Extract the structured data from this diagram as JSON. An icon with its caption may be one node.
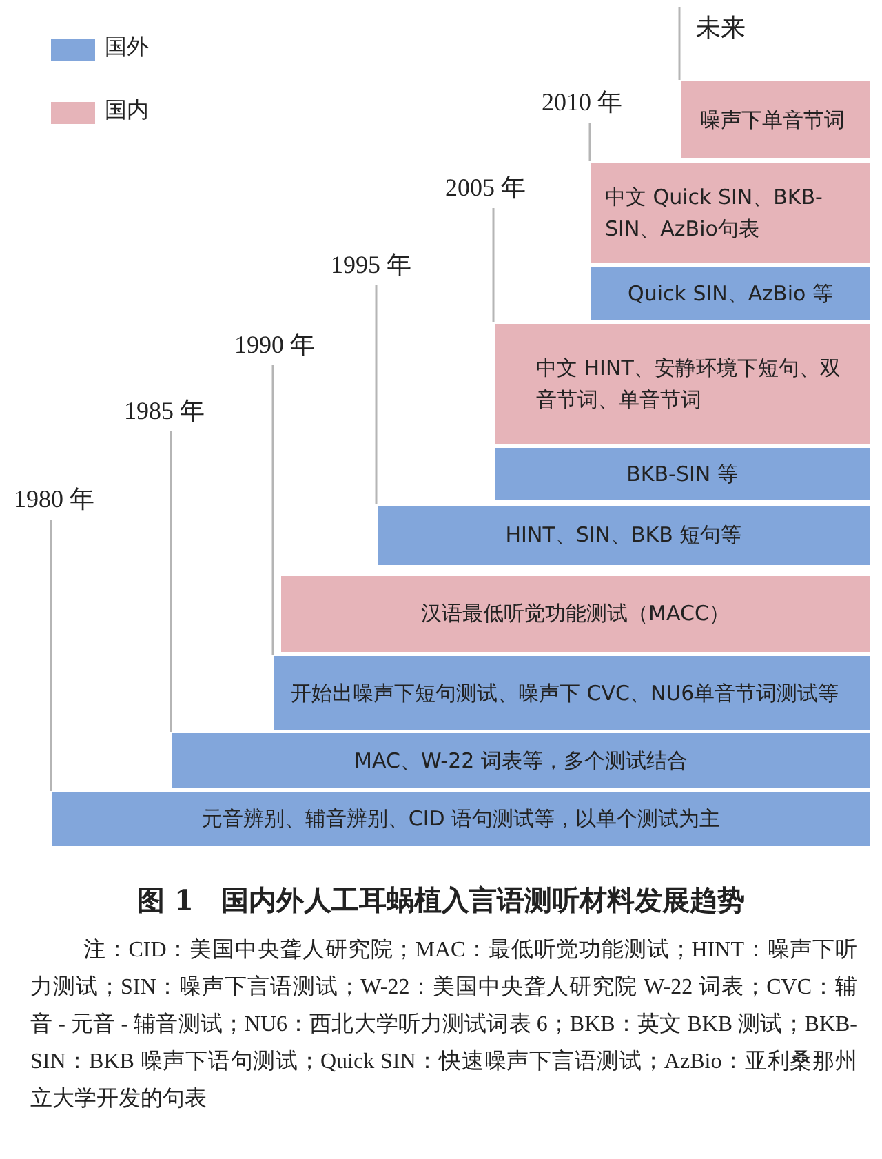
{
  "diagram": {
    "caption": "图 1　国内外人工耳蜗植入言语测听材料发展趋势",
    "nodes": [
      {
        "text": [
          "元音辨别、辅音辨别、CID 语句测试等，以单个测试为主"
        ]
      },
      {
        "text": [
          "MAC、W-22 词表等，多个测试结合"
        ]
      },
      {
        "text": [
          "开始出噪声下短句测试、噪声下 CVC、NU6单音节词测试等"
        ]
      },
      {
        "text": [
          "汉语最低听觉功能测试（MACC）"
        ]
      },
      {
        "text": [
          "HINT、SIN、BKB 短句等"
        ]
      },
      {
        "text": [
          "BKB-SIN 等"
        ]
      },
      {
        "text": [
          "中文 HINT、安静环境下短句、双音节词、单音节词"
        ]
      },
      {
        "text": [
          "Quick SIN、AzBio 等"
        ]
      },
      {
        "text": [
          "中文 Quick SIN、BKB-SIN、AzBio句表"
        ]
      },
      {
        "text": [
          "噪声下单音节词"
        ]
      },
      {
        "text": [
          "1980 年"
        ]
      },
      {
        "text": [
          "1985 年"
        ]
      },
      {
        "text": [
          "1990 年"
        ]
      },
      {
        "text": [
          "1995 年"
        ]
      },
      {
        "text": [
          "2005 年"
        ]
      },
      {
        "text": [
          "2010 年"
        ]
      },
      {
        "text": [
          "未来"
        ]
      }
    ],
    "edges": [
      {
        "from": 10,
        "to": 0,
        "arrow": "none"
      },
      {
        "from": 11,
        "to": 1,
        "arrow": "none"
      },
      {
        "from": 12,
        "to": 2,
        "arrow": "none"
      },
      {
        "from": 13,
        "to": 4,
        "arrow": "none"
      },
      {
        "from": 14,
        "to": 6,
        "arrow": "none"
      },
      {
        "from": 15,
        "to": 8,
        "arrow": "none"
      },
      {
        "from": 16,
        "to": 9,
        "arrow": "none"
      }
    ],
    "labels": [
      "注：CID：美国中央聋人研究院；MAC：最低听觉功能测试；HINT：噪声下听力测试；SIN：噪声下言语测试；W-22：美国中央聋人研究院 W-22 词表；CVC：辅音 - 元音 - 辅音测试；NU6：西北大学听力测试词表 6；BKB：英文 BKB 测试；BKB-SIN：BKB 噪声下语句测试；Quick SIN：快速噪声下言语测试；AzBio：亚利桑那州立大学开发的句表"
    ],
    "legend": [
      {
        "text": "国外",
        "color": "#82a6db"
      },
      {
        "text": "国内",
        "color": "#e6b4b9"
      }
    ]
  }
}
